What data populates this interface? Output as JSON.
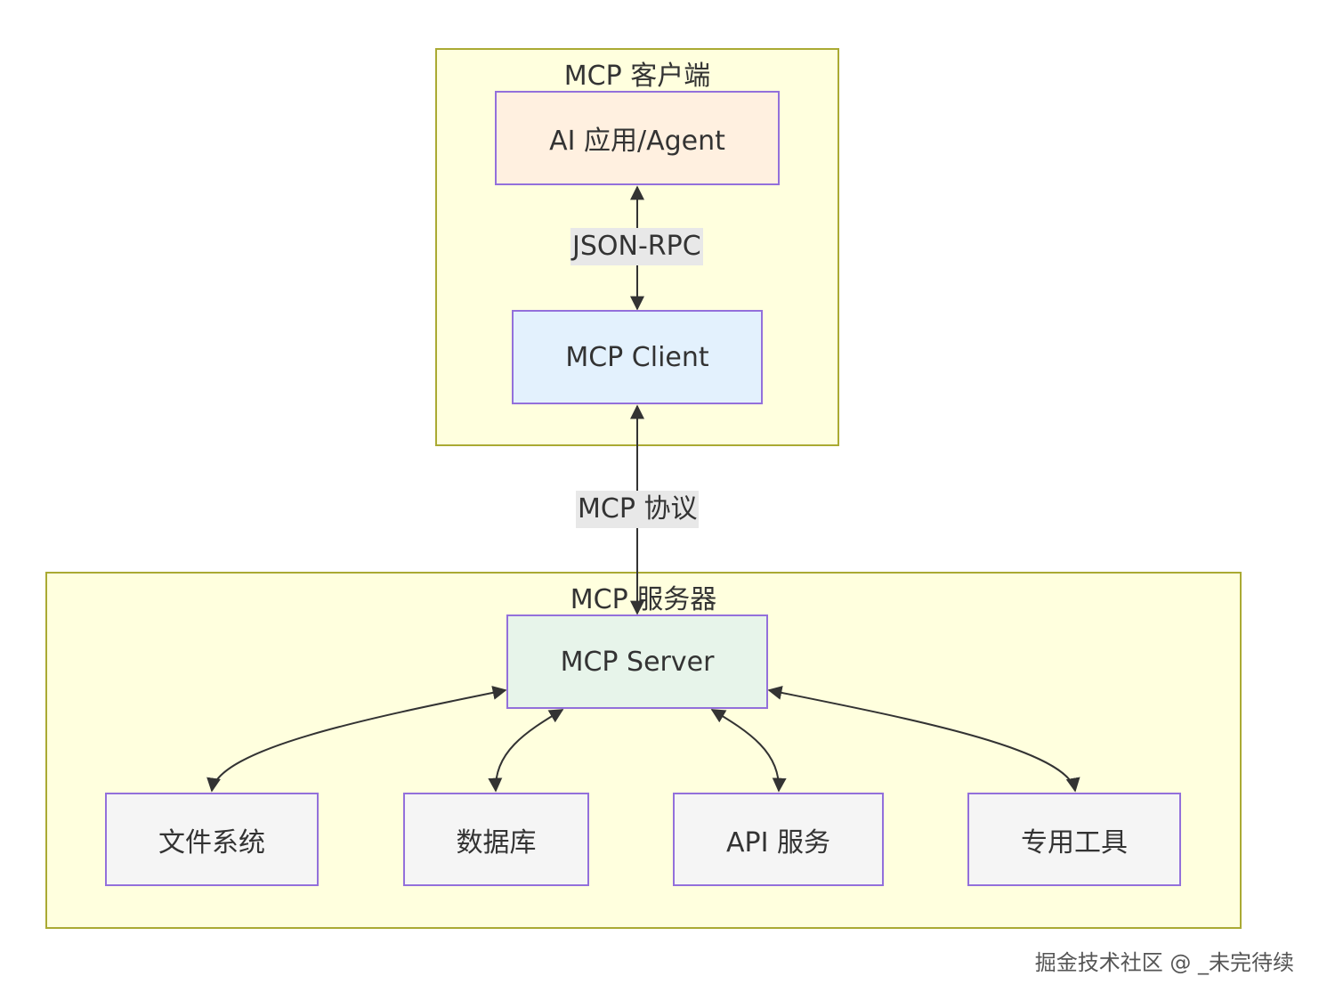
{
  "client_group": {
    "title": "MCP 客户端"
  },
  "server_group": {
    "title": "MCP 服务器"
  },
  "nodes": {
    "ai_app": {
      "label": "AI 应用/Agent",
      "fill": "#fff0e0"
    },
    "mcp_client": {
      "label": "MCP Client",
      "fill": "#e3f1fd"
    },
    "mcp_server": {
      "label": "MCP Server",
      "fill": "#e7f4ea"
    },
    "filesystem": {
      "label": "文件系统",
      "fill": "#f5f5f5"
    },
    "database": {
      "label": "数据库",
      "fill": "#f5f5f5"
    },
    "api_service": {
      "label": "API 服务",
      "fill": "#f5f5f5"
    },
    "special_tools": {
      "label": "专用工具",
      "fill": "#f5f5f5"
    }
  },
  "edges": [
    {
      "from": "ai_app",
      "to": "mcp_client",
      "label": "JSON-RPC",
      "bidirectional": true
    },
    {
      "from": "mcp_client",
      "to": "mcp_server",
      "label": "MCP 协议",
      "bidirectional": true
    },
    {
      "from": "mcp_server",
      "to": "filesystem",
      "label": "",
      "bidirectional": true
    },
    {
      "from": "mcp_server",
      "to": "database",
      "label": "",
      "bidirectional": true
    },
    {
      "from": "mcp_server",
      "to": "api_service",
      "label": "",
      "bidirectional": true
    },
    {
      "from": "mcp_server",
      "to": "special_tools",
      "label": "",
      "bidirectional": true
    }
  ],
  "watermark": "掘金技术社区 @ _未完待续",
  "colors": {
    "cluster_fill": "#ffffde",
    "cluster_border": "#aaaa33",
    "node_border": "#9370db",
    "edge": "#333333",
    "label_bg": "#e8e8e8"
  }
}
